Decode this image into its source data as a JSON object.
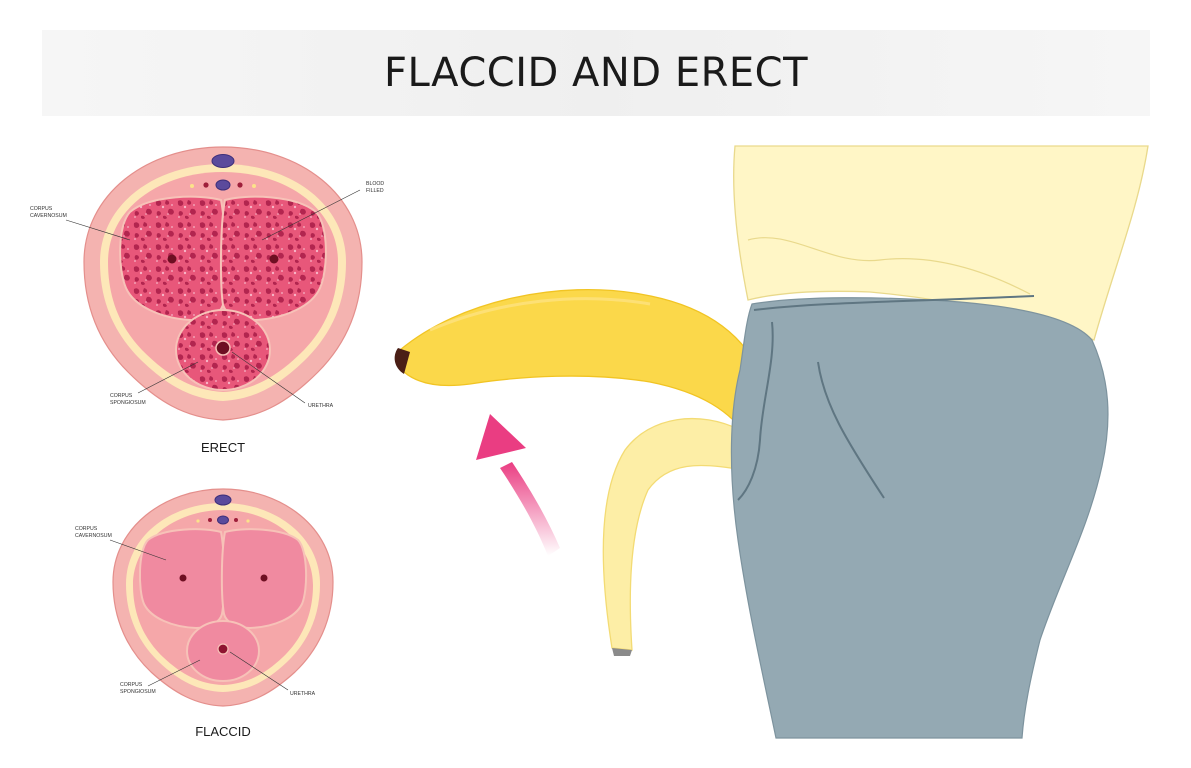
{
  "title": "FLACCID AND ERECT",
  "erect": {
    "caption": "ERECT",
    "label_corpus_cavernosum_line1": "CORPUS",
    "label_corpus_cavernosum_line2": "CAVERNOSUM",
    "label_blood_filled_line1": "BLOOD",
    "label_blood_filled_line2": "FILLED",
    "label_corpus_spongiosum_line1": "CORPUS",
    "label_corpus_spongiosum_line2": "SPONGIOSUM",
    "label_urethra": "URETHRA"
  },
  "flaccid": {
    "caption": "FLACCID",
    "label_corpus_cavernosum_line1": "CORPUS",
    "label_corpus_cavernosum_line2": "CAVERNOSUM",
    "label_corpus_spongiosum_line1": "CORPUS",
    "label_corpus_spongiosum_line2": "SPONGIOSUM",
    "label_urethra": "URETHRA"
  },
  "colors": {
    "outer_skin": "#f4b3b0",
    "fascia": "#fde7b8",
    "tissue_erect": "#e8577a",
    "tissue_flaccid": "#f08aa0",
    "vein": "#5b4a9c",
    "banana_yellow": "#fbd84a",
    "banana_pale": "#fdeea6",
    "shirt": "#fff6c6",
    "jeans": "#94a9b3",
    "arrow": "#ea3d82"
  }
}
